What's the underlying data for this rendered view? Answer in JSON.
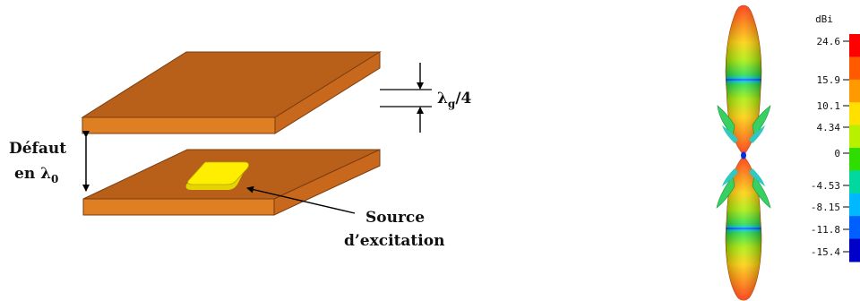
{
  "structure": {
    "gap_label": {
      "main": "λ",
      "sub": "g",
      "suffix": "/4"
    },
    "defect_label": {
      "line1": "Défaut",
      "line2_prefix": "en λ",
      "line2_sub": "0"
    },
    "source_label": {
      "line1": "Source",
      "line2": "d’excitation"
    },
    "colors": {
      "plate_top": "#b8601a",
      "plate_side": "#df7f23",
      "plate_edge": "#8a4a18",
      "patch": "#ffee00"
    }
  },
  "pattern": {
    "unit": "dBi",
    "colorbar_ticks": [
      "24.6",
      "15.9",
      "10.1",
      "4.34",
      "0",
      "-4.53",
      "-8.15",
      "-11.8",
      "-15.4"
    ],
    "colorbar_colors": [
      "#ff0000",
      "#ff5a00",
      "#ff9900",
      "#ffe000",
      "#b8f000",
      "#30dd00",
      "#00d8a0",
      "#00b8ff",
      "#0060ff",
      "#0000c8"
    ]
  }
}
